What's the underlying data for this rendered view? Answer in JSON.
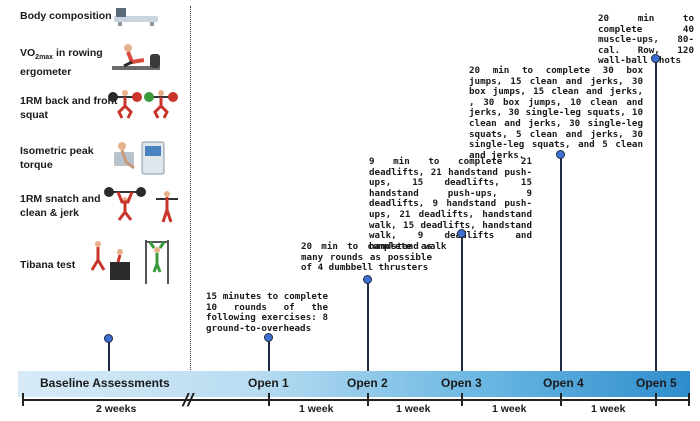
{
  "baseline": {
    "tests": [
      {
        "label": "Body composition",
        "icon": "dexa-scanner-icon"
      },
      {
        "label": "VO2max in rowing ergometer",
        "label_main": "VO",
        "label_sub": "2max",
        "label_rest": " in rowing ergometer",
        "icon": "rowing-athlete-icon"
      },
      {
        "label": "1RM back and front squat",
        "icon": "squat-athlete-icon"
      },
      {
        "label": "Isometric peak torque",
        "icon": "dynamometer-icon"
      },
      {
        "label": "1RM snatch and clean & jerk",
        "icon": "snatch-athlete-icon"
      },
      {
        "label": "Tibana test",
        "icon": "tibana-athlete-icon"
      }
    ],
    "band_label": "Baseline Assessments",
    "duration": "2 weeks"
  },
  "opens": [
    {
      "label": "Open 1",
      "workout": "15 minutes to complete 10 rounds of the following exercises: 8 ground-to-overheads"
    },
    {
      "label": "Open 2",
      "workout": "20 min to complete as many rounds as possible of 4 dumbbell thrusters"
    },
    {
      "label": "Open 3",
      "workout": "9 min to complete 21 deadlifts, 21 handstand push-ups, 15 deadlifts, 15 handstand push-ups, 9 deadlifts, 9 handstand push-ups, 21 deadlifts, handstand walk, 15 deadlifts, handstand walk, 9 deadlifts and handstand walk"
    },
    {
      "label": "Open 4",
      "workout": "20 min to complete 30 box jumps, 15 clean and jerks, 30 box jumps, 15 clean and jerks, , 30 box jumps, 10 clean and jerks, 30 single-leg squats, 10 clean and jerks, 30 single-leg squats, 5 clean and jerks, 30 single-leg squats, and 5 clean and jerks."
    },
    {
      "label": "Open 5",
      "workout": "20 min to complete 40 muscle-ups, 80-cal. Row, 120 wall-ball shots"
    }
  ],
  "intervals": [
    "1 week",
    "1 week",
    "1 week",
    "1 week"
  ],
  "colors": {
    "accent_dot": "#3d6fd0",
    "stem": "#1f2a44",
    "band_start": "#d7ebf7",
    "band_end": "#2f8ccc"
  }
}
